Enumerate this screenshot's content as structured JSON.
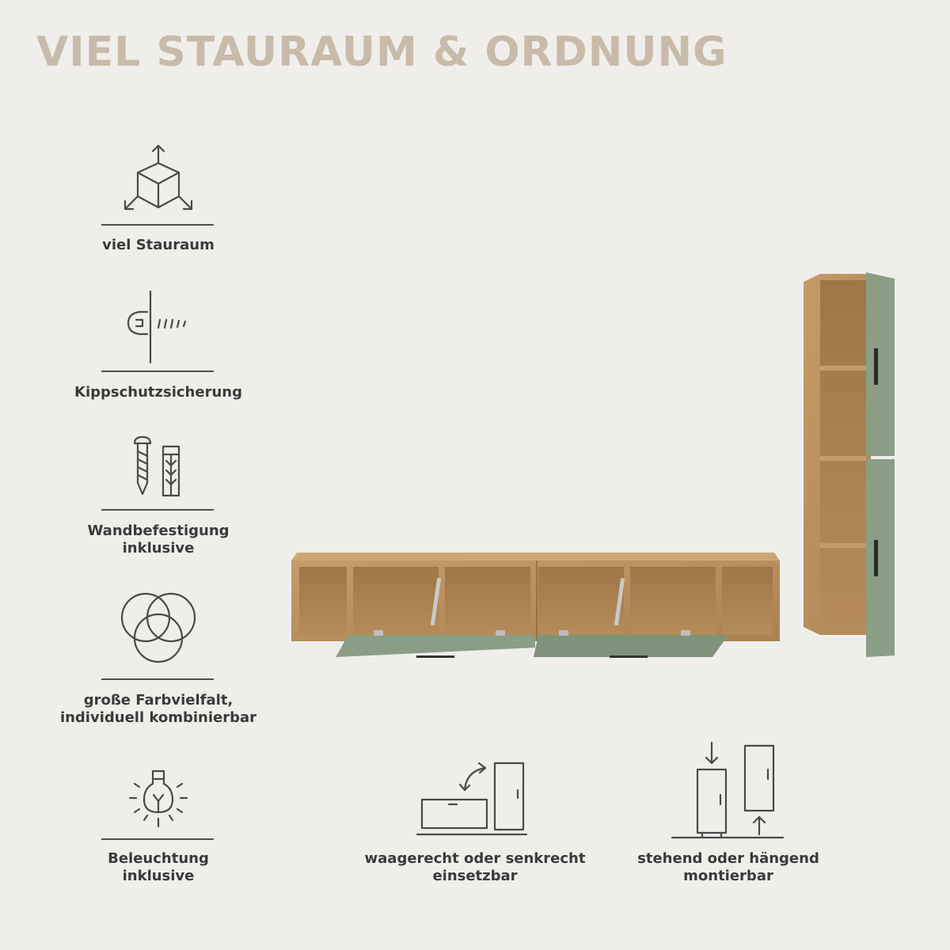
{
  "title": "VIEL STAURAUM & ORDNUNG",
  "features": {
    "storage": {
      "label": "viel Stauraum",
      "icon": "cube-arrows-icon"
    },
    "tip_protection": {
      "label": "Kippschutzsicherung",
      "icon": "wall-screw-icon"
    },
    "wall_mounting": {
      "label": "Wandbefestigung\ninklusive",
      "icon": "screw-dowel-icon"
    },
    "colors": {
      "label": "große Farbvielfalt,\nindividuell kombinierbar",
      "icon": "color-circles-icon"
    },
    "lighting": {
      "label": "Beleuchtung\ninklusive",
      "icon": "light-bulb-icon"
    },
    "orientation": {
      "label": "waagerecht oder senkrecht\neinsetzbar",
      "icon": "rotate-cabinet-icon"
    },
    "mounting": {
      "label": "stehend oder hängend\nmontierbar",
      "icon": "standing-hanging-icon"
    }
  },
  "colors": {
    "title": "#c8bba9",
    "background": "#f0eeea",
    "oak": "#b58e5c",
    "sage": "#8a9d85",
    "icon": "#4a4a4a"
  }
}
